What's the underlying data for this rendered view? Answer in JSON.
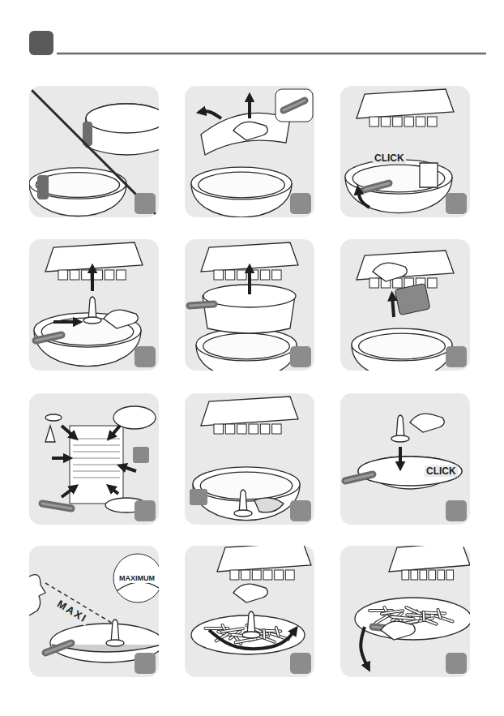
{
  "diagram": {
    "labels": [
      "CLICK",
      "CLICK",
      "MAXIMUM",
      "MAXI"
    ]
  }
}
